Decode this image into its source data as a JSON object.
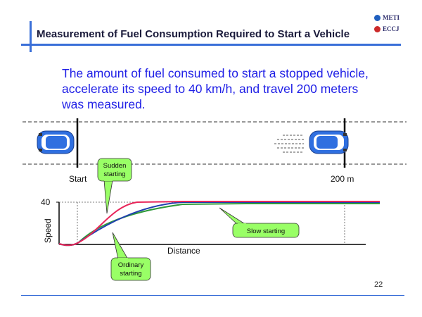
{
  "slide": {
    "title": "Measurement of Fuel Consumption Required to Start a Vehicle",
    "intro": "The amount of fuel consumed to start a stopped vehicle, accelerate its speed to 40 km/h, and travel 200 meters was measured.",
    "page_number": "22"
  },
  "logos": [
    {
      "label": "METI",
      "color": "#1f5fbf"
    },
    {
      "label": "ECCJ",
      "color": "#cc2a2a"
    }
  ],
  "road": {
    "start_label": "Start",
    "end_label": "200 m"
  },
  "graph": {
    "y_tick": "40",
    "ylabel": "Speed",
    "xlabel": "Distance"
  },
  "callouts": {
    "sudden": "Sudden starting",
    "ordinary": "Ordinary starting",
    "slow": "Slow starting"
  },
  "colors": {
    "sudden": "#e8265a",
    "ordinary": "#1f3fb0",
    "slow": "#2f9a3a",
    "callout_fill": "#99ff66",
    "car_body": "#2f6fe0"
  }
}
